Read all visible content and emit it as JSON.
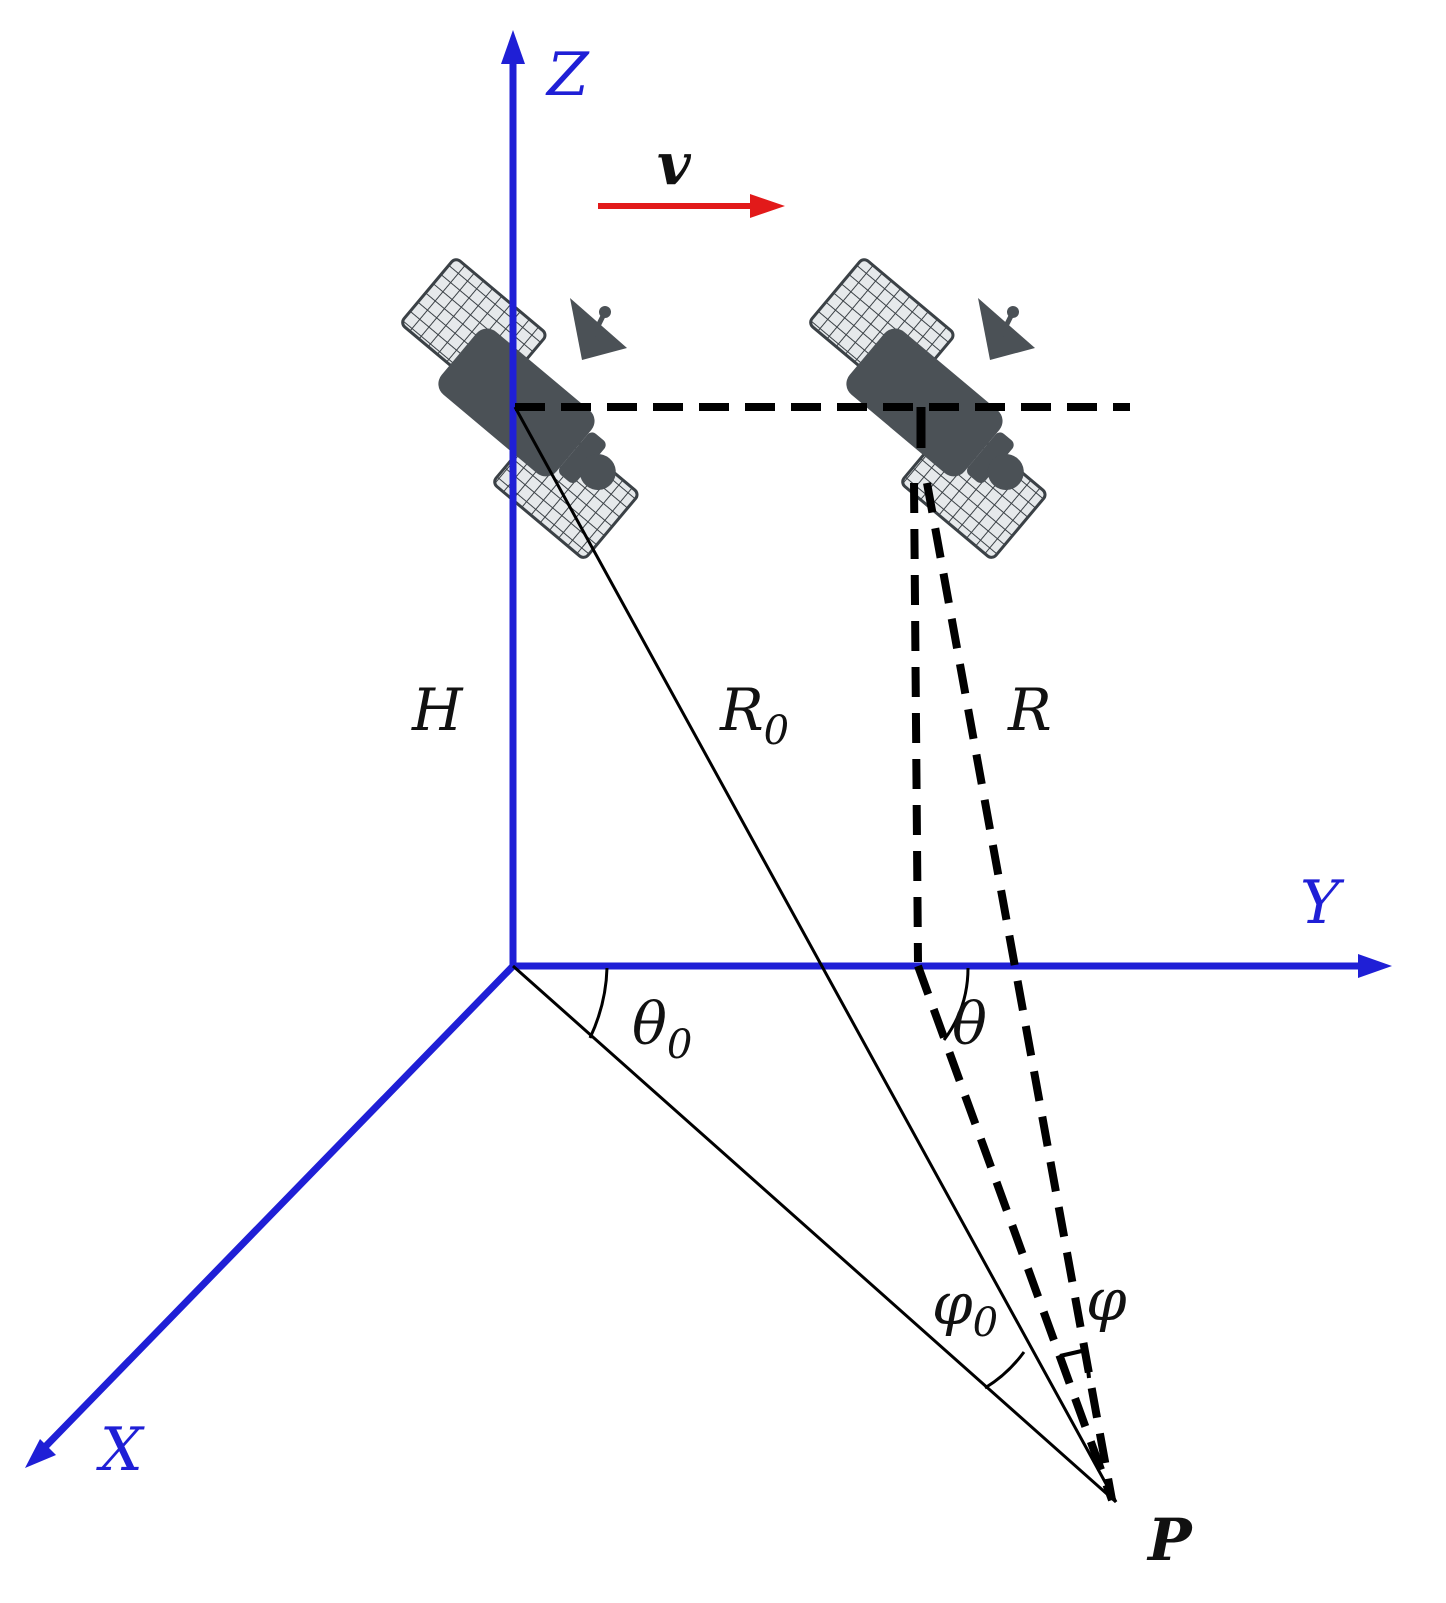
{
  "labels": {
    "z_axis": "Z",
    "y_axis": "Y",
    "x_axis": "X",
    "velocity": "v",
    "height": "H",
    "r0_main": "R",
    "r0_sub": "0",
    "r_range": "R",
    "theta0_main": "θ",
    "theta0_sub": "0",
    "theta": "θ",
    "phi0_main": "φ",
    "phi0_sub": "0",
    "phi": "φ",
    "point": "P"
  },
  "colors": {
    "axis": "#1f1fd6",
    "velocity_arrow": "#e21a1a",
    "line": "#000000",
    "satellite_body": "#4b5156",
    "satellite_panel": "#d9dde0"
  },
  "icons": {
    "satellite": "satellite-icon"
  }
}
